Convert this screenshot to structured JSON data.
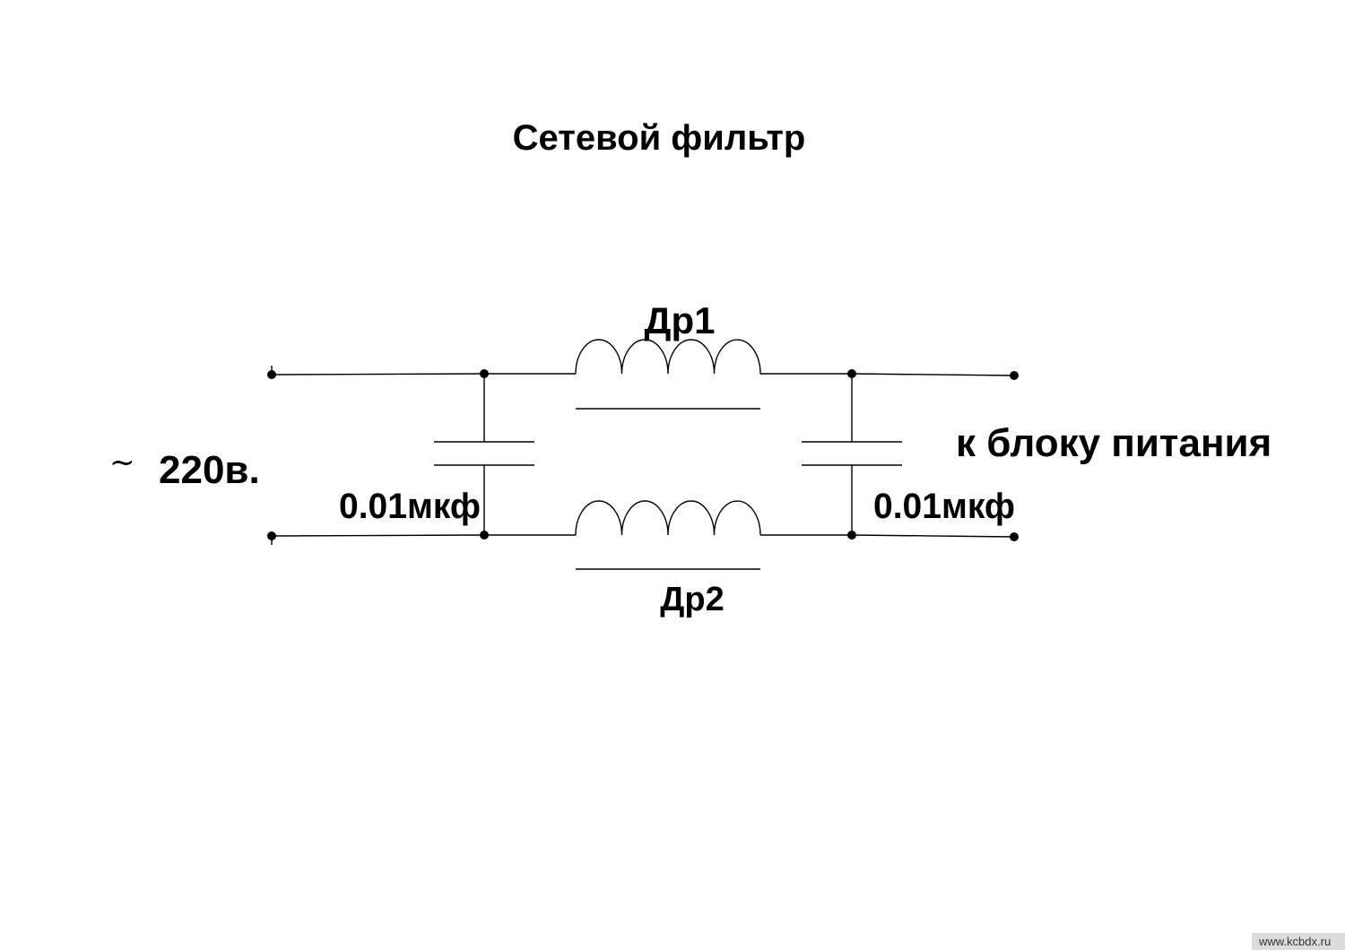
{
  "title": "Сетевой фильтр",
  "input": {
    "ac_symbol": "~",
    "voltage": "220в."
  },
  "output": {
    "label": "к блоку питания"
  },
  "chokes": [
    {
      "label": "Др1"
    },
    {
      "label": "Др2"
    }
  ],
  "capacitors": [
    {
      "value": "0.01мкф"
    },
    {
      "value": "0.01мкф"
    }
  ],
  "watermark": "www.kcbdx.ru"
}
